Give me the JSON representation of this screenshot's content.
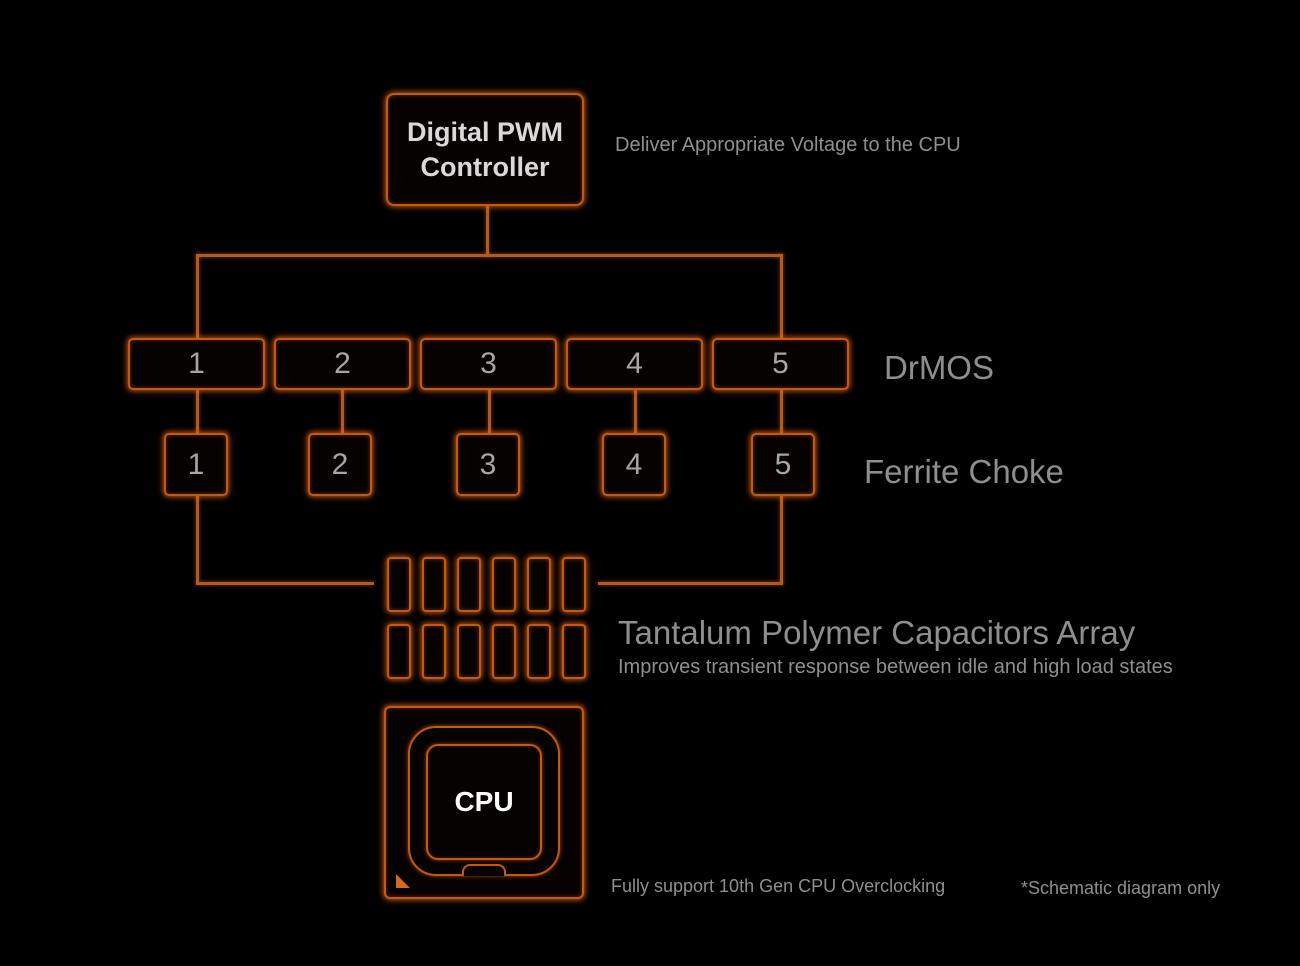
{
  "pwm": {
    "line1": "Digital PWM",
    "line2": "Controller",
    "description": "Deliver Appropriate Voltage to the CPU"
  },
  "drmos": {
    "label": "DrMOS",
    "items": [
      "1",
      "2",
      "3",
      "4",
      "5"
    ]
  },
  "choke": {
    "label": "Ferrite Choke",
    "items": [
      "1",
      "2",
      "3",
      "4",
      "5"
    ]
  },
  "capacitors": {
    "title": "Tantalum Polymer Capacitors Array",
    "subtitle": "Improves transient response between idle and high load states",
    "rows": 2,
    "per_row": 6
  },
  "cpu": {
    "label": "CPU",
    "description": "Fully support 10th Gen CPU Overclocking"
  },
  "footnote": "*Schematic diagram only",
  "colors": {
    "accent": "#c25a14",
    "background": "#000000",
    "text": "#8c8c8c"
  }
}
